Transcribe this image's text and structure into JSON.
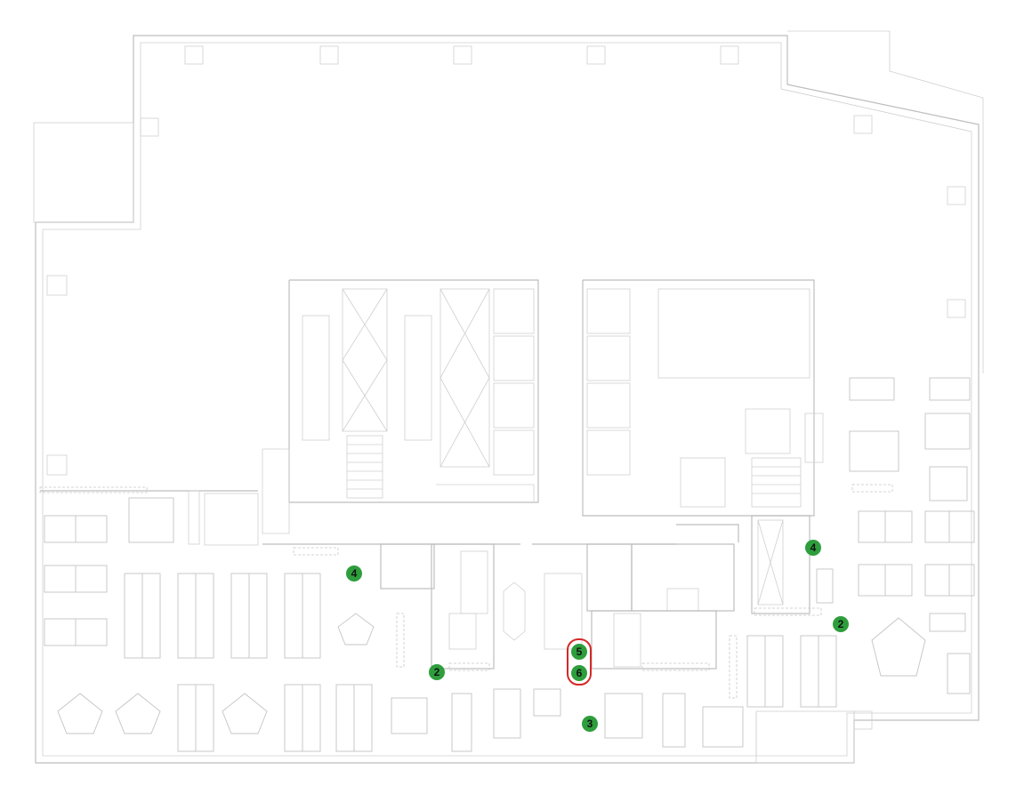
{
  "colors": {
    "marker_fill": "#2e9e3c",
    "marker_label": "#111111",
    "highlight_ring": "#d62828",
    "wall": "#bdbdbd",
    "background": "#ffffff"
  },
  "markers": [
    {
      "id": "m4a",
      "label": "4",
      "icon": "location-pin-icon"
    },
    {
      "id": "m4b",
      "label": "4",
      "icon": "location-pin-icon"
    },
    {
      "id": "m2a",
      "label": "2",
      "icon": "location-pin-icon"
    },
    {
      "id": "m2b",
      "label": "2",
      "icon": "location-pin-icon"
    },
    {
      "id": "m5",
      "label": "5",
      "icon": "location-pin-icon"
    },
    {
      "id": "m6",
      "label": "6",
      "icon": "location-pin-icon"
    },
    {
      "id": "m3",
      "label": "3",
      "icon": "location-pin-icon"
    }
  ],
  "highlight_group": [
    "m5",
    "m6"
  ]
}
